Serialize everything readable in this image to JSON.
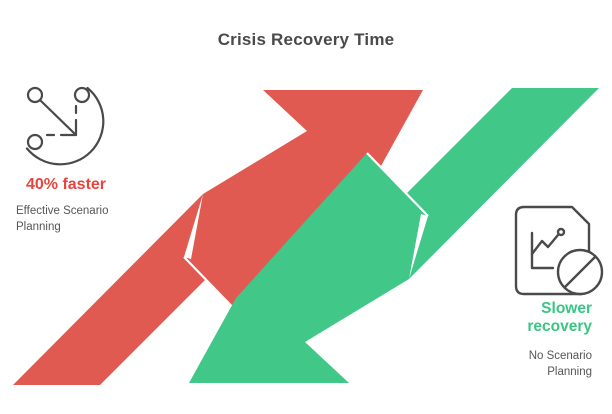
{
  "title": "Crisis Recovery Time",
  "left_callout": {
    "icon": "converging-paths-icon",
    "headline": "40% faster",
    "description": "Effective Scenario Planning"
  },
  "right_callout": {
    "icon": "no-report-icon",
    "headline": "Slower recovery",
    "description": "No Scenario Planning"
  },
  "arrows": {
    "red": {
      "direction": "up-right",
      "color": "#e05a52"
    },
    "green": {
      "direction": "down-left",
      "color": "#41c788"
    }
  },
  "colors": {
    "arrow_red": "#e05a52",
    "arrow_green": "#41c788",
    "headline_red": "#e8443e",
    "headline_green": "#3bc583",
    "title_text": "#4a4a4a",
    "body_text": "#565656",
    "icon_stroke": "#4a4a4a",
    "crease": "#ffffff",
    "background": "#ffffff"
  }
}
